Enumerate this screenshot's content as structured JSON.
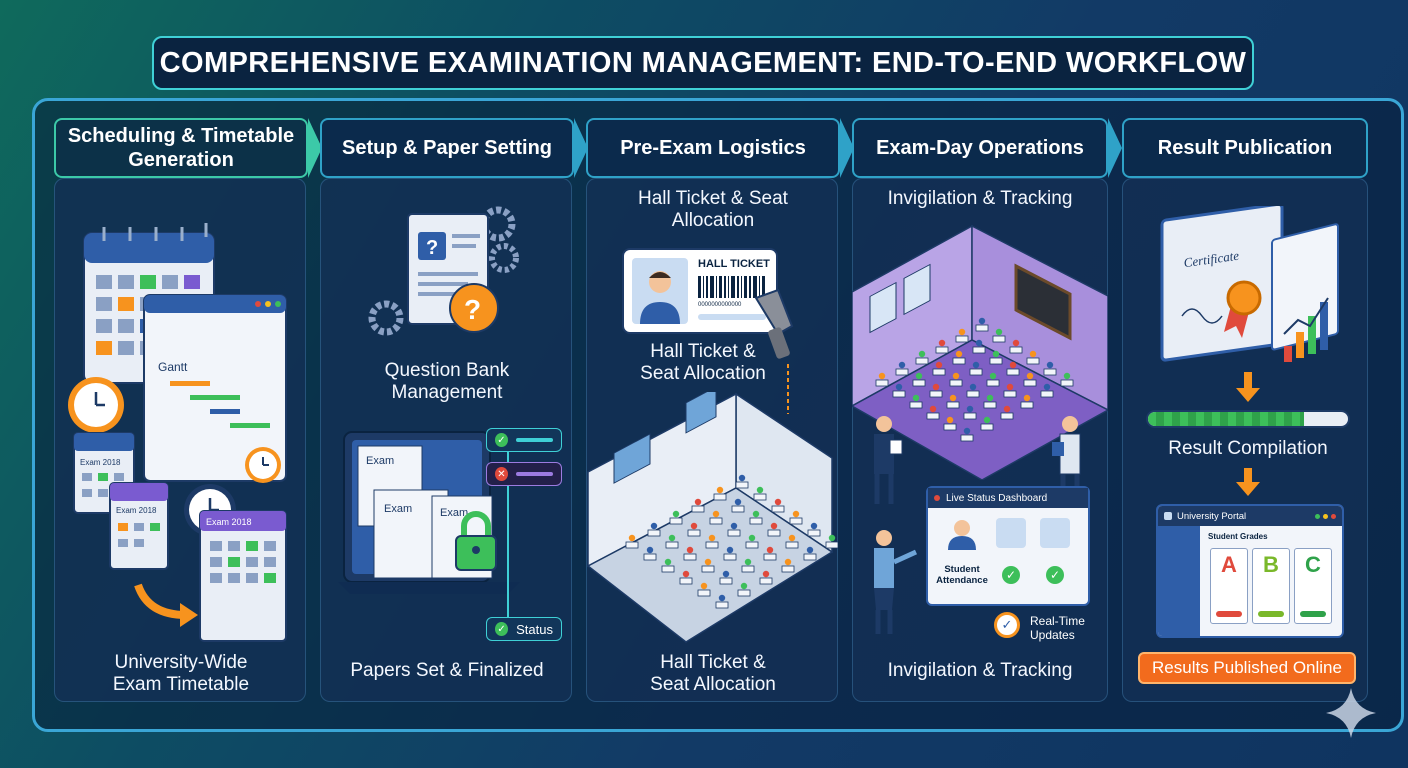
{
  "title": "COMPREHENSIVE EXAMINATION MANAGEMENT: END-TO-END WORKFLOW",
  "stages": [
    {
      "header_line1": "Scheduling & Timetable",
      "header_line2": "Generation",
      "icon_labels": [
        "Gantt",
        "Exam 2018",
        "Exam 2018",
        "Exam 2018"
      ],
      "bottom_line1": "University-Wide",
      "bottom_line2": "Exam Timetable"
    },
    {
      "header": "Setup & Paper Setting",
      "mid_line1": "Question Bank",
      "mid_line2": "Management",
      "paper_labels": [
        "Exam",
        "Exam",
        "Exam"
      ],
      "status_label": "Status",
      "bottom": "Papers Set & Finalized"
    },
    {
      "header": "Pre-Exam Logistics",
      "top_line1": "Hall Ticket & Seat",
      "top_line2": "Allocation",
      "ticket_label": "HALL TICKET",
      "ticket_code": "0000000000000",
      "mid_line1": "Hall Ticket &",
      "mid_line2": "Seat Allocation",
      "bottom_line1": "Hall Ticket &",
      "bottom_line2": "Seat Allocation"
    },
    {
      "header": "Exam-Day Operations",
      "top": "Invigilation & Tracking",
      "dashboard_title": "Live Status Dashboard",
      "attendance_line1": "Student",
      "attendance_line2": "Attendance",
      "realtime_line1": "Real-Time",
      "realtime_line2": "Updates",
      "bottom": "Invigilation & Tracking"
    },
    {
      "header": "Result Publication",
      "certificate_label": "Certificate",
      "compilation": "Result Compilation",
      "portal_title": "University Portal",
      "portal_subtitle": "Student Grades",
      "grades": [
        "A",
        "B",
        "C"
      ],
      "published": "Results Published Online"
    }
  ],
  "colors": {
    "accent": "#3fd0d6",
    "orange": "#f7931e",
    "green": "#3dbf5a",
    "red": "#e04a3c"
  }
}
